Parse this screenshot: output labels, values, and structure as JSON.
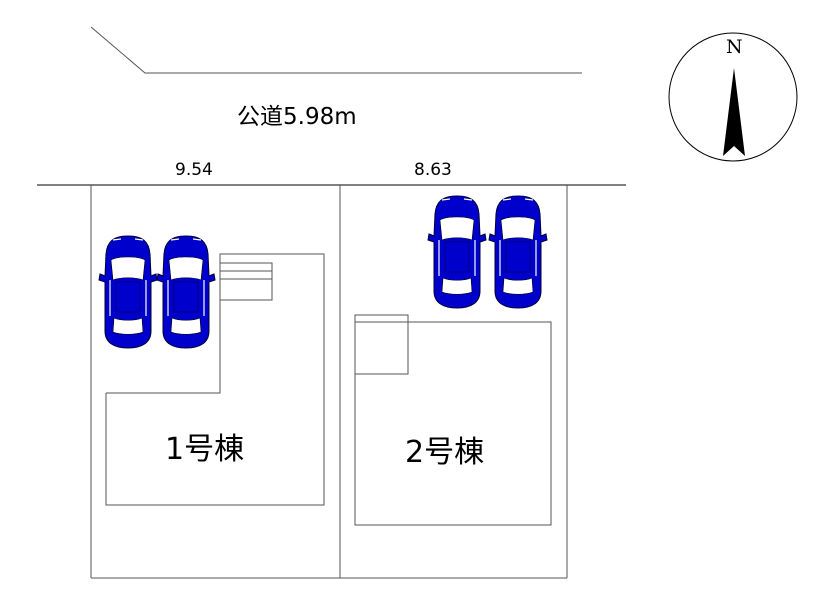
{
  "road": {
    "label": "公道5.98m"
  },
  "frontage": {
    "lot1": "9.54",
    "lot2": "8.63"
  },
  "buildings": [
    {
      "id": "lot1",
      "label": "1号棟"
    },
    {
      "id": "lot2",
      "label": "2号棟"
    }
  ],
  "compass": {
    "label": "N",
    "icon": "north-arrow-icon"
  },
  "cars": [
    {
      "lot": "lot1",
      "icon": "car-icon",
      "color": "#0000CC"
    },
    {
      "lot": "lot1",
      "icon": "car-icon",
      "color": "#0000CC"
    },
    {
      "lot": "lot2",
      "icon": "car-icon",
      "color": "#0000CC"
    },
    {
      "lot": "lot2",
      "icon": "car-icon",
      "color": "#0000CC"
    }
  ],
  "colors": {
    "car": "#0000CC",
    "line": "#000000"
  }
}
